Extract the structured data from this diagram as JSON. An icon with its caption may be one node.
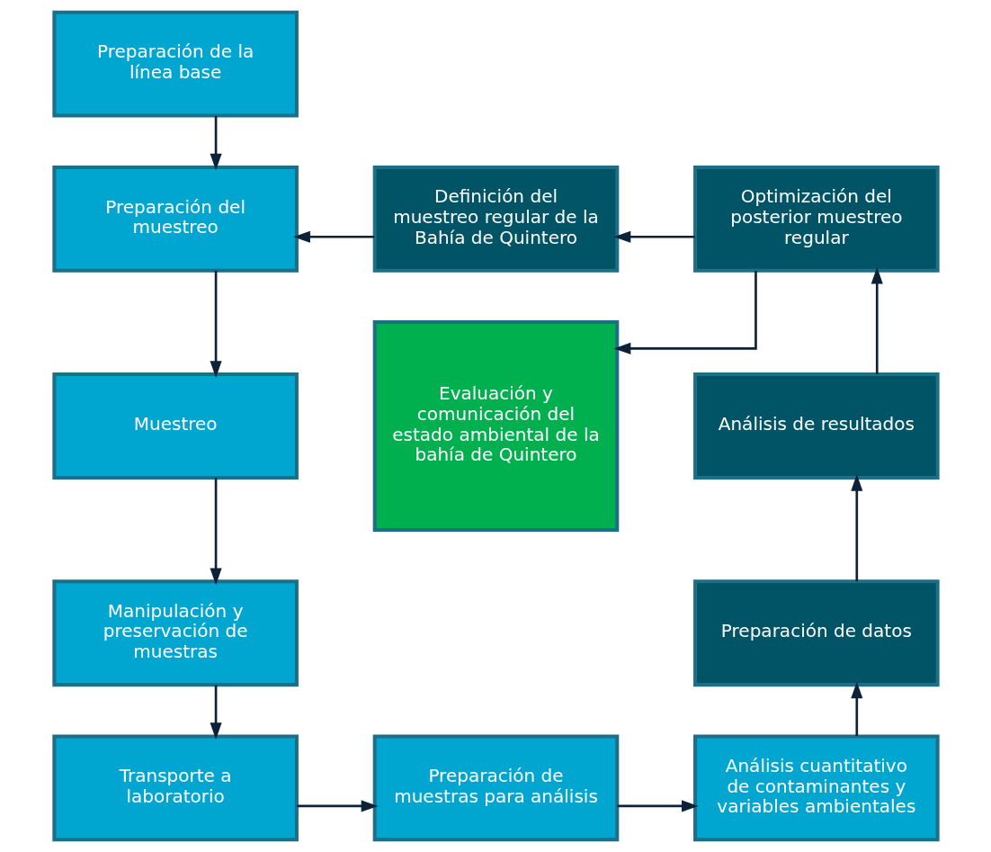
{
  "diagram": {
    "nodes": [
      {
        "text": [
          "Preparación de la línea base"
        ]
      },
      {
        "text": [
          "Preparación del muestreo"
        ]
      },
      {
        "text": [
          "Definición del muestreo regular de la Bahía de Quintero"
        ]
      },
      {
        "text": [
          "Optimización del posterior muestreo regular"
        ]
      },
      {
        "text": [
          "Muestreo"
        ]
      },
      {
        "text": [
          "Evaluación y comunicación del estado ambiental de la bahía de Quintero"
        ]
      },
      {
        "text": [
          "Análisis de resultados"
        ]
      },
      {
        "text": [
          "Manipulación y preservación de muestras"
        ]
      },
      {
        "text": [
          "Preparación de datos"
        ]
      },
      {
        "text": [
          "Transporte a laboratorio"
        ]
      },
      {
        "text": [
          "Preparación de muestras para análisis"
        ]
      },
      {
        "text": [
          "Análisis cuantitativo de contaminantes y variables ambientales"
        ]
      }
    ],
    "edges": [
      {
        "from": 0,
        "to": 1,
        "arrow": "to"
      },
      {
        "from": 1,
        "to": 4,
        "arrow": "to"
      },
      {
        "from": 4,
        "to": 7,
        "arrow": "to"
      },
      {
        "from": 7,
        "to": 9,
        "arrow": "to"
      },
      {
        "from": 9,
        "to": 10,
        "arrow": "to"
      },
      {
        "from": 10,
        "to": 11,
        "arrow": "to"
      },
      {
        "from": 11,
        "to": 8,
        "arrow": "to"
      },
      {
        "from": 8,
        "to": 6,
        "arrow": "to"
      },
      {
        "from": 6,
        "to": 3,
        "arrow": "to"
      },
      {
        "from": 3,
        "to": 2,
        "arrow": "to"
      },
      {
        "from": 3,
        "to": 5,
        "arrow": "to"
      },
      {
        "from": 2,
        "to": 1,
        "arrow": "to"
      }
    ]
  }
}
